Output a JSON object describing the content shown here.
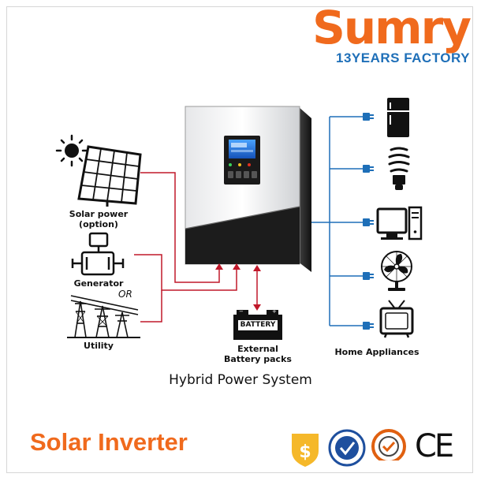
{
  "brand": {
    "name": "Sumry",
    "tagline": "13YEARS FACTORY",
    "orange": "#f06a1d",
    "blue": "#1e6fb8"
  },
  "sources": {
    "solar_label_line1": "Solar power",
    "solar_label_line2": "(option)",
    "generator_label": "Generator",
    "or_label": "OR",
    "utility_label": "Utility"
  },
  "battery": {
    "panel_text": "BATTERY",
    "label_line1": "External",
    "label_line2": "Battery packs"
  },
  "appliances": {
    "label": "Home Appliances",
    "icons": [
      "refrigerator-icon",
      "light-bulb-icon",
      "computer-icon",
      "fan-icon",
      "tv-icon"
    ]
  },
  "diagram": {
    "title": "Hybrid Power System",
    "input_line_color": "#c0182a",
    "output_line_color": "#1e6fb8"
  },
  "footer": {
    "title": "Solar Inverter",
    "certs": [
      "dollar-shield-icon",
      "assessed-badge-icon",
      "sgs-badge-icon",
      "ce-mark-icon"
    ],
    "ce_text": "CE"
  }
}
